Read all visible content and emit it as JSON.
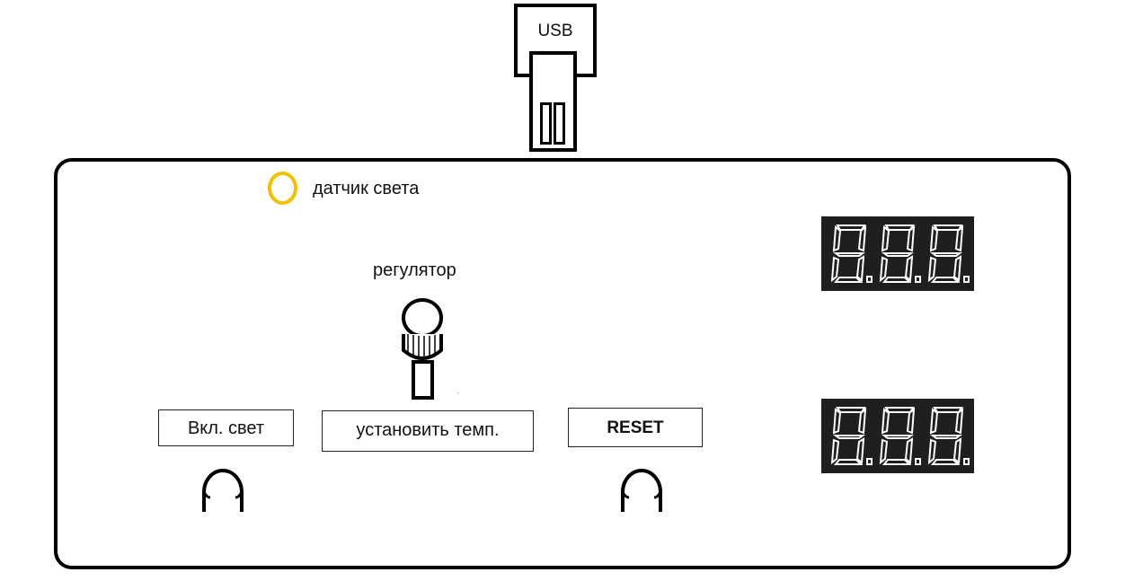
{
  "usb": {
    "label": "USB"
  },
  "sensor": {
    "label": "датчик света",
    "color": "#f2c200"
  },
  "regulator": {
    "label": "регулятор"
  },
  "buttons": {
    "light": "Вкл. свет",
    "set_temp": "установить темп.",
    "reset": "RESET"
  },
  "displays": {
    "digit_color": "#ffffff",
    "background": "#1f1f1f"
  }
}
